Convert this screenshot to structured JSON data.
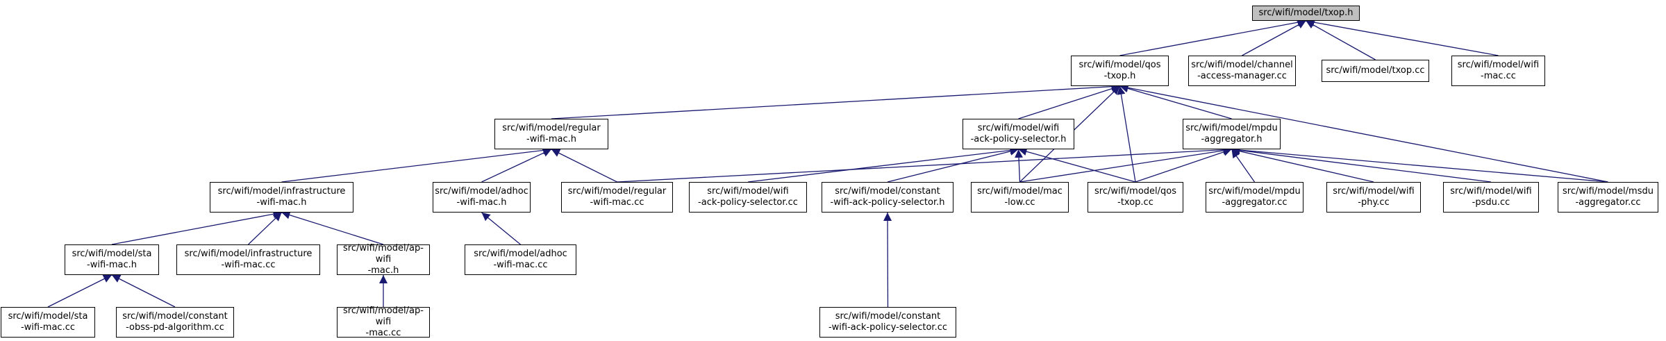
{
  "colors": {
    "edge": "#191970",
    "root_fill": "#bfbfbf",
    "node_fill": "#ffffff",
    "border": "#000000"
  },
  "nodes": [
    {
      "id": "txop_h",
      "label": "src/wifi/model/txop.h",
      "root": true
    },
    {
      "id": "qos_txop_h",
      "label": "src/wifi/model/qos\n-txop.h"
    },
    {
      "id": "channel_access_manager_cc",
      "label": "src/wifi/model/channel\n-access-manager.cc"
    },
    {
      "id": "txop_cc",
      "label": "src/wifi/model/txop.cc"
    },
    {
      "id": "wifi_mac_cc",
      "label": "src/wifi/model/wifi\n-mac.cc"
    },
    {
      "id": "regular_wifi_mac_h",
      "label": "src/wifi/model/regular\n-wifi-mac.h"
    },
    {
      "id": "wifi_ack_policy_selector_h",
      "label": "src/wifi/model/wifi\n-ack-policy-selector.h"
    },
    {
      "id": "mpdu_aggregator_h",
      "label": "src/wifi/model/mpdu\n-aggregator.h"
    },
    {
      "id": "infrastructure_wifi_mac_h",
      "label": "src/wifi/model/infrastructure\n-wifi-mac.h"
    },
    {
      "id": "adhoc_wifi_mac_h",
      "label": "src/wifi/model/adhoc\n-wifi-mac.h"
    },
    {
      "id": "regular_wifi_mac_cc",
      "label": "src/wifi/model/regular\n-wifi-mac.cc"
    },
    {
      "id": "wifi_ack_policy_selector_cc",
      "label": "src/wifi/model/wifi\n-ack-policy-selector.cc"
    },
    {
      "id": "constant_wifi_ack_policy_selector_h",
      "label": "src/wifi/model/constant\n-wifi-ack-policy-selector.h"
    },
    {
      "id": "mac_low_cc",
      "label": "src/wifi/model/mac\n-low.cc"
    },
    {
      "id": "qos_txop_cc",
      "label": "src/wifi/model/qos\n-txop.cc"
    },
    {
      "id": "mpdu_aggregator_cc",
      "label": "src/wifi/model/mpdu\n-aggregator.cc"
    },
    {
      "id": "wifi_phy_cc",
      "label": "src/wifi/model/wifi\n-phy.cc"
    },
    {
      "id": "wifi_psdu_cc",
      "label": "src/wifi/model/wifi\n-psdu.cc"
    },
    {
      "id": "msdu_aggregator_cc",
      "label": "src/wifi/model/msdu\n-aggregator.cc"
    },
    {
      "id": "sta_wifi_mac_h",
      "label": "src/wifi/model/sta\n-wifi-mac.h"
    },
    {
      "id": "infrastructure_wifi_mac_cc",
      "label": "src/wifi/model/infrastructure\n-wifi-mac.cc"
    },
    {
      "id": "ap_wifi_mac_h",
      "label": "src/wifi/model/ap-wifi\n-mac.h"
    },
    {
      "id": "adhoc_wifi_mac_cc",
      "label": "src/wifi/model/adhoc\n-wifi-mac.cc"
    },
    {
      "id": "constant_wifi_ack_policy_selector_cc",
      "label": "src/wifi/model/constant\n-wifi-ack-policy-selector.cc"
    },
    {
      "id": "sta_wifi_mac_cc",
      "label": "src/wifi/model/sta\n-wifi-mac.cc"
    },
    {
      "id": "constant_obss_pd_algorithm_cc",
      "label": "src/wifi/model/constant\n-obss-pd-algorithm.cc"
    },
    {
      "id": "ap_wifi_mac_cc",
      "label": "src/wifi/model/ap-wifi\n-mac.cc"
    }
  ],
  "edges": [
    [
      "txop_h",
      "qos_txop_h"
    ],
    [
      "txop_h",
      "channel_access_manager_cc"
    ],
    [
      "txop_h",
      "txop_cc"
    ],
    [
      "txop_h",
      "wifi_mac_cc"
    ],
    [
      "qos_txop_h",
      "regular_wifi_mac_h"
    ],
    [
      "qos_txop_h",
      "wifi_ack_policy_selector_h"
    ],
    [
      "qos_txop_h",
      "mpdu_aggregator_h"
    ],
    [
      "qos_txop_h",
      "mac_low_cc"
    ],
    [
      "qos_txop_h",
      "qos_txop_cc"
    ],
    [
      "qos_txop_h",
      "msdu_aggregator_cc"
    ],
    [
      "regular_wifi_mac_h",
      "infrastructure_wifi_mac_h"
    ],
    [
      "regular_wifi_mac_h",
      "adhoc_wifi_mac_h"
    ],
    [
      "regular_wifi_mac_h",
      "regular_wifi_mac_cc"
    ],
    [
      "wifi_ack_policy_selector_h",
      "wifi_ack_policy_selector_cc"
    ],
    [
      "wifi_ack_policy_selector_h",
      "constant_wifi_ack_policy_selector_h"
    ],
    [
      "wifi_ack_policy_selector_h",
      "mac_low_cc"
    ],
    [
      "wifi_ack_policy_selector_h",
      "qos_txop_cc"
    ],
    [
      "mpdu_aggregator_h",
      "regular_wifi_mac_cc"
    ],
    [
      "mpdu_aggregator_h",
      "mac_low_cc"
    ],
    [
      "mpdu_aggregator_h",
      "qos_txop_cc"
    ],
    [
      "mpdu_aggregator_h",
      "mpdu_aggregator_cc"
    ],
    [
      "mpdu_aggregator_h",
      "wifi_phy_cc"
    ],
    [
      "mpdu_aggregator_h",
      "wifi_psdu_cc"
    ],
    [
      "mpdu_aggregator_h",
      "msdu_aggregator_cc"
    ],
    [
      "infrastructure_wifi_mac_h",
      "sta_wifi_mac_h"
    ],
    [
      "infrastructure_wifi_mac_h",
      "infrastructure_wifi_mac_cc"
    ],
    [
      "infrastructure_wifi_mac_h",
      "ap_wifi_mac_h"
    ],
    [
      "adhoc_wifi_mac_h",
      "adhoc_wifi_mac_cc"
    ],
    [
      "constant_wifi_ack_policy_selector_h",
      "constant_wifi_ack_policy_selector_cc"
    ],
    [
      "sta_wifi_mac_h",
      "sta_wifi_mac_cc"
    ],
    [
      "sta_wifi_mac_h",
      "constant_obss_pd_algorithm_cc"
    ],
    [
      "ap_wifi_mac_h",
      "ap_wifi_mac_cc"
    ]
  ]
}
